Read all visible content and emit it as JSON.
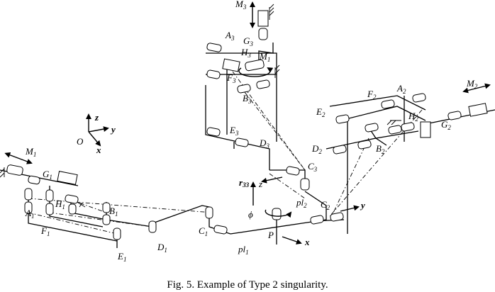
{
  "caption": "Fig. 5. Example of Type 2 singularity.",
  "colors": {
    "ink": "#000000",
    "joint_fill": "#ffffff",
    "paper": "#ffffff"
  },
  "frame": {
    "origin": "O",
    "x_axis": "x",
    "y_axis": "y",
    "z_axis": "z"
  },
  "points": {
    "A1": {
      "main": "A",
      "sub": "1"
    },
    "B1": {
      "main": "B",
      "sub": "1"
    },
    "C1": {
      "main": "C",
      "sub": "1"
    },
    "D1": {
      "main": "D",
      "sub": "1"
    },
    "E1": {
      "main": "E",
      "sub": "1"
    },
    "F1": {
      "main": "F",
      "sub": "1"
    },
    "G1": {
      "main": "G",
      "sub": "1"
    },
    "H1": {
      "main": "H",
      "sub": "1"
    },
    "A2": {
      "main": "A",
      "sub": "2"
    },
    "B2": {
      "main": "B",
      "sub": "2"
    },
    "C2": {
      "main": "C",
      "sub": "2"
    },
    "D2": {
      "main": "D",
      "sub": "2"
    },
    "E2": {
      "main": "E",
      "sub": "2"
    },
    "F2": {
      "main": "F",
      "sub": "2"
    },
    "G2": {
      "main": "G",
      "sub": "2"
    },
    "H2": {
      "main": "H",
      "sub": "2"
    },
    "A3": {
      "main": "A",
      "sub": "3"
    },
    "B3": {
      "main": "B",
      "sub": "3"
    },
    "C3": {
      "main": "C",
      "sub": "3"
    },
    "D3": {
      "main": "D",
      "sub": "3"
    },
    "E3": {
      "main": "E",
      "sub": "3"
    },
    "F3": {
      "main": "F",
      "sub": "3"
    },
    "G3": {
      "main": "G",
      "sub": "3"
    },
    "H3": {
      "main": "H",
      "sub": "3"
    },
    "M1": {
      "main": "M",
      "sub": "1"
    },
    "M2": {
      "main": "M",
      "sub": "2"
    },
    "M3": {
      "main": "M",
      "sub": "3"
    },
    "M1b": {
      "main": "M",
      "sub": "1"
    },
    "pl1": {
      "main": "pl",
      "sub": "1"
    },
    "pl2": {
      "main": "pl",
      "sub": "2"
    }
  },
  "platform": {
    "point": "P",
    "x": "x",
    "y": "y",
    "z": "z",
    "phi": "ϕ",
    "r": "r",
    "r_sub": "33"
  }
}
